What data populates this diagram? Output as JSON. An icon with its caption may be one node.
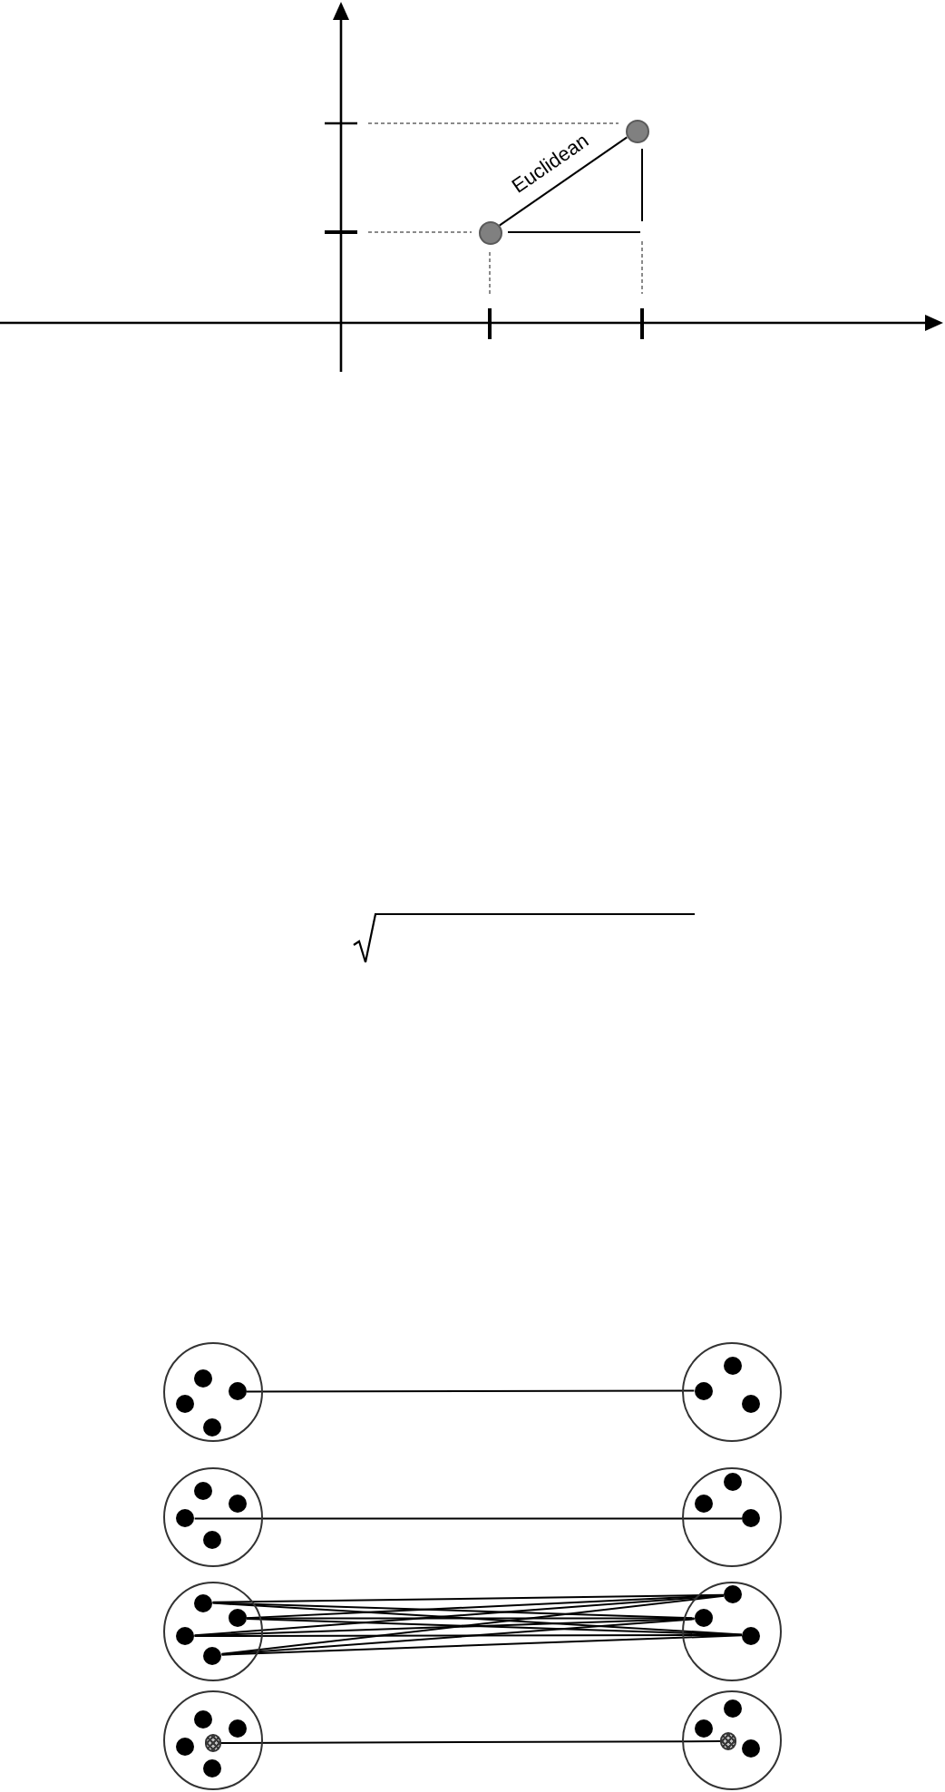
{
  "diagram": {
    "nodes": [
      {
        "text": [],
        "shape": "circle"
      },
      {
        "text": [],
        "shape": "circle"
      },
      {
        "text": [],
        "shape": "circle"
      },
      {
        "text": [],
        "shape": "circle",
        "in": 2
      },
      {
        "text": [],
        "shape": "circle",
        "in": 2
      },
      {
        "text": [],
        "shape": "circle",
        "in": 2
      },
      {
        "text": [],
        "shape": "circle",
        "in": 2
      },
      {
        "text": [],
        "shape": "circle"
      },
      {
        "text": [],
        "shape": "circle",
        "in": 7
      },
      {
        "text": [],
        "shape": "circle",
        "in": 7
      },
      {
        "text": [],
        "shape": "circle",
        "in": 7
      },
      {
        "text": [],
        "shape": "circle"
      },
      {
        "text": [],
        "shape": "circle",
        "in": 11
      },
      {
        "text": [],
        "shape": "circle",
        "in": 11
      },
      {
        "text": [],
        "shape": "circle",
        "in": 11
      },
      {
        "text": [],
        "shape": "circle",
        "in": 11
      },
      {
        "text": [],
        "shape": "circle"
      },
      {
        "text": [],
        "shape": "circle",
        "in": 16
      },
      {
        "text": [],
        "shape": "circle",
        "in": 16
      },
      {
        "text": [],
        "shape": "circle",
        "in": 16
      },
      {
        "text": [],
        "shape": "circle"
      },
      {
        "text": [],
        "shape": "circle",
        "in": 20
      },
      {
        "text": [],
        "shape": "circle",
        "in": 20
      },
      {
        "text": [],
        "shape": "circle",
        "in": 20
      },
      {
        "text": [],
        "shape": "circle",
        "in": 20
      },
      {
        "text": [],
        "shape": "circle"
      },
      {
        "text": [],
        "shape": "circle",
        "in": 25
      },
      {
        "text": [],
        "shape": "circle",
        "in": 25
      },
      {
        "text": [],
        "shape": "circle",
        "in": 25
      },
      {
        "text": [],
        "shape": "circle"
      },
      {
        "text": [],
        "shape": "circle",
        "in": 29
      },
      {
        "text": [],
        "shape": "circle",
        "in": 29
      },
      {
        "text": [],
        "shape": "circle",
        "in": 29
      },
      {
        "text": [],
        "shape": "circle",
        "in": 29
      },
      {
        "text": [],
        "shape": "circle",
        "in": 29
      },
      {
        "text": [],
        "shape": "circle"
      },
      {
        "text": [],
        "shape": "circle",
        "in": 35
      },
      {
        "text": [],
        "shape": "circle",
        "in": 35
      },
      {
        "text": [],
        "shape": "circle",
        "in": 35
      },
      {
        "text": [],
        "shape": "circle",
        "in": 35
      }
    ],
    "edges": [
      {
        "from": 1,
        "to": 0,
        "arrow": "none",
        "label": "Euclidean"
      },
      {
        "from": 4,
        "to": 9,
        "arrow": "none"
      },
      {
        "from": 14,
        "to": 19,
        "arrow": "none"
      },
      {
        "from": 21,
        "to": 26,
        "arrow": "none"
      },
      {
        "from": 21,
        "to": 27,
        "arrow": "none"
      },
      {
        "from": 21,
        "to": 28,
        "arrow": "none"
      },
      {
        "from": 22,
        "to": 26,
        "arrow": "none"
      },
      {
        "from": 22,
        "to": 27,
        "arrow": "none"
      },
      {
        "from": 22,
        "to": 28,
        "arrow": "none"
      },
      {
        "from": 23,
        "to": 26,
        "arrow": "none"
      },
      {
        "from": 23,
        "to": 27,
        "arrow": "none"
      },
      {
        "from": 23,
        "to": 28,
        "arrow": "none"
      },
      {
        "from": 24,
        "to": 26,
        "arrow": "none"
      },
      {
        "from": 24,
        "to": 27,
        "arrow": "none"
      },
      {
        "from": 24,
        "to": 28,
        "arrow": "none"
      },
      {
        "from": 34,
        "to": 39,
        "arrow": "none"
      }
    ]
  }
}
